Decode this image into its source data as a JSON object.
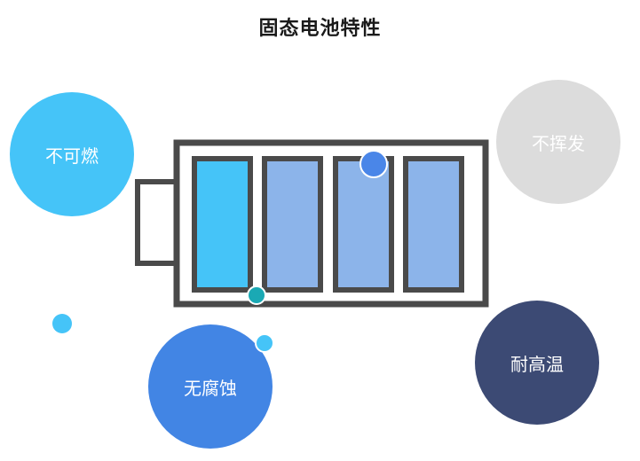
{
  "title": "固态电池特性",
  "features": {
    "nonflammable": "不可燃",
    "nonvolatile": "不挥发",
    "corrosion_free": "无腐蚀",
    "heat_resistant": "耐高温"
  },
  "colors": {
    "nonflammable": "#45c4f8",
    "nonvolatile": "#dcdcdc",
    "corrosion_free": "#4285e4",
    "heat_resistant": "#3c4a74",
    "battery_outline": "#4a4a4a",
    "cell_bright": "#45c4f8",
    "cell_muted": "#8cb4ea",
    "dot_blue": "#4a86e8",
    "dot_teal": "#1aa9b4",
    "dot_light": "#45c4f8"
  },
  "battery": {
    "cells": 4
  }
}
